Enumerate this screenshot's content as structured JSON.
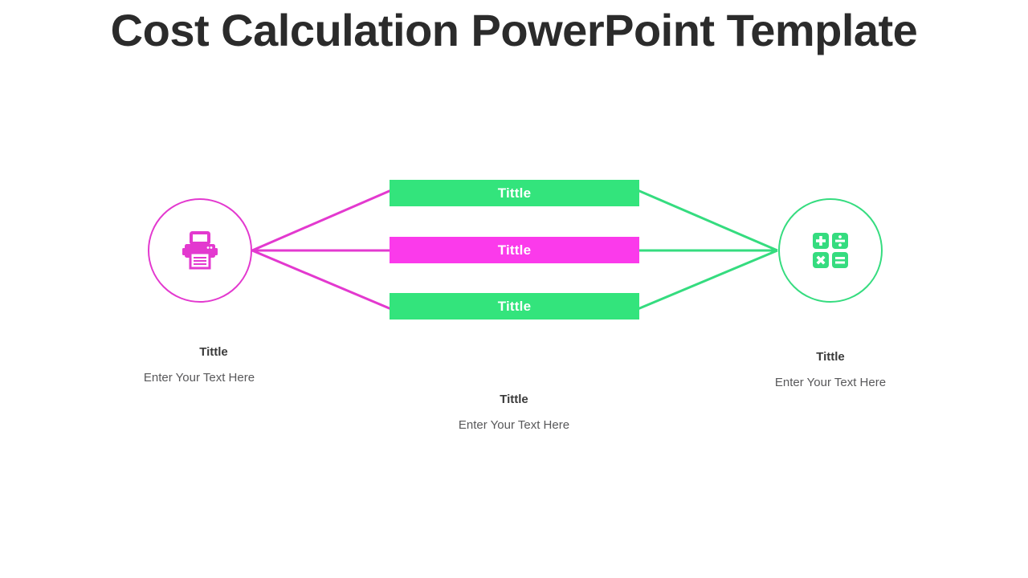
{
  "slide": {
    "title": "Cost Calculation PowerPoint Template",
    "background_color": "#ffffff"
  },
  "colors": {
    "green": "#33e47c",
    "green_stroke": "#35dc7f",
    "magenta": "#fb3aeb",
    "magenta_stroke": "#e339cf",
    "title_text": "#2b2b2b",
    "caption_title_text": "#3a3a3a",
    "caption_body_text": "#58585a",
    "bar_label_text": "#ffffff"
  },
  "diagram": {
    "left_node": {
      "icon": "printer-icon",
      "icon_color": "#e339cf",
      "circle_color": "#e339cf",
      "caption_title": "Tittle",
      "caption_body": "Enter Your Text Here"
    },
    "right_node": {
      "icon": "calculator-icon",
      "icon_color": "#35dc7f",
      "circle_color": "#35dc7f",
      "caption_title": "Tittle",
      "caption_body": "Enter Your Text Here",
      "icon_symbols": [
        "+",
        "÷",
        "×",
        "="
      ]
    },
    "bars": [
      {
        "label": "Tittle",
        "color": "#33e47c"
      },
      {
        "label": "Tittle",
        "color": "#fb3aeb"
      },
      {
        "label": "Tittle",
        "color": "#33e47c"
      }
    ],
    "center_caption": {
      "caption_title": "Tittle",
      "caption_body": "Enter Your Text Here"
    },
    "connectors": {
      "left_color": "#e339cf",
      "right_color": "#35dc7f",
      "left_count": 3,
      "right_count": 3
    }
  }
}
